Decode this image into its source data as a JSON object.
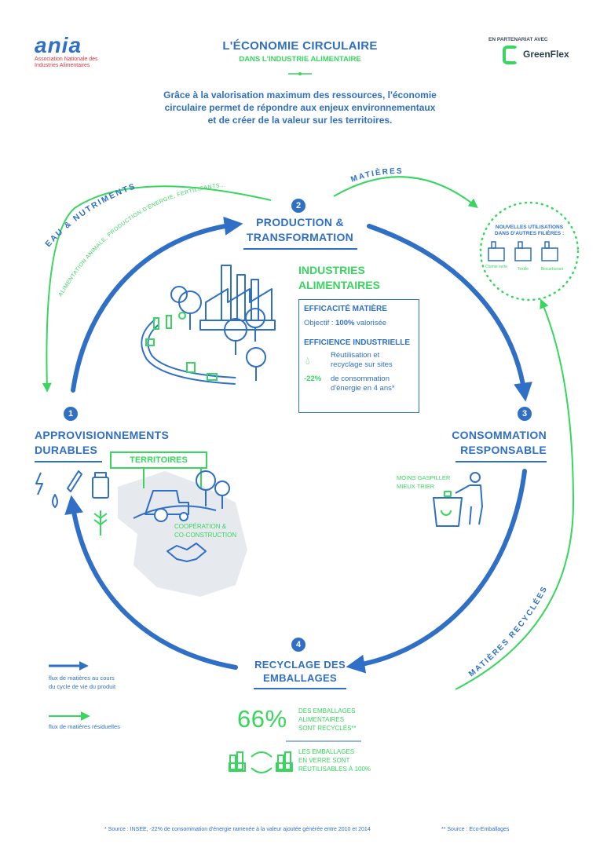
{
  "colors": {
    "blue": "#2f6fc6",
    "green": "#38d65f",
    "red": "#d9373d",
    "grey": "#dfe3e8"
  },
  "header": {
    "logo_text": "ania",
    "logo_sub1": "Association Nationale des",
    "logo_sub2": "Industries Alimentaires",
    "title": "L'ÉCONOMIE CIRCULAIRE",
    "subtitle": "DANS L'INDUSTRIE ALIMENTAIRE",
    "partner_label": "EN PARTENARIAT AVEC",
    "partner_name": "GreenFlex"
  },
  "intro": {
    "line1": "Grâce à la valorisation maximum des ressources, l'économie",
    "line2": "circulaire permet de répondre aux enjeux environnementaux",
    "line3": "et de créer de la valeur sur les territoires."
  },
  "flows": {
    "eau_nutriments": "EAU & NUTRIMENTS",
    "eau_detail": "ALIMENTATION ANIMALE, PRODUCTION D'ÉNERGIE, FERTILISANTS...",
    "matieres": "MATIÈRES",
    "matieres_recyclees": "MATIÈRES RECYCLÉES"
  },
  "steps": {
    "s1": {
      "num": "1",
      "line1": "APPROVISIONNEMENTS",
      "line2": "DURABLES"
    },
    "s2": {
      "num": "2",
      "line1": "PRODUCTION &",
      "line2": "TRANSFORMATION"
    },
    "s3": {
      "num": "3",
      "line1": "CONSOMMATION",
      "line2": "RESPONSABLE"
    },
    "s4": {
      "num": "4",
      "line1": "RECYCLAGE DES",
      "line2": "EMBALLAGES"
    }
  },
  "industries": {
    "title1": "INDUSTRIES",
    "title2": "ALIMENTAIRES",
    "efficacite_title": "EFFICACITÉ MATIÈRE",
    "objectif_label": "Objectif : ",
    "objectif_value": "100%",
    "objectif_suffix": " valorisée",
    "efficience_title": "EFFICIENCE INDUSTRIELLE",
    "reuse1": "Réutilisation et",
    "reuse2": "recyclage sur sites",
    "energy_value": "-22%",
    "energy1": "de consommation",
    "energy2": "d'énergie en 4 ans*"
  },
  "nouvelles": {
    "title1": "NOUVELLES UTILISATIONS",
    "title2": "DANS D'AUTRES FILIÈRES :",
    "items": [
      "Chimie verte",
      "Textile",
      "Biocarburant"
    ]
  },
  "territoires": {
    "label": "TERRITOIRES",
    "coop1": "COOPÉRATION &",
    "coop2": "CO-CONSTRUCTION"
  },
  "consommation": {
    "line1": "MOINS GASPILLER",
    "line2": "MIEUX TRIER"
  },
  "recyclage": {
    "percent": "66%",
    "pct1": "DES EMBALLAGES",
    "pct2": "ALIMENTAIRES",
    "pct3": "SONT RECYCLÉS**",
    "verre1": "LES EMBALLAGES",
    "verre2": "EN VERRE SONT",
    "verre3": "RÉUTILISABLES À 100%"
  },
  "legend": {
    "blue1": "flux de matières au cours",
    "blue2": "du cycle de vie du produit",
    "green": "flux de matières résiduelles"
  },
  "footer": {
    "source1": "* Source : INSEE, -22% de consommation d'énergie ramenée à la valeur ajoutée générée entre 2010 et 2014",
    "source2": "** Source : Eco-Emballages"
  }
}
